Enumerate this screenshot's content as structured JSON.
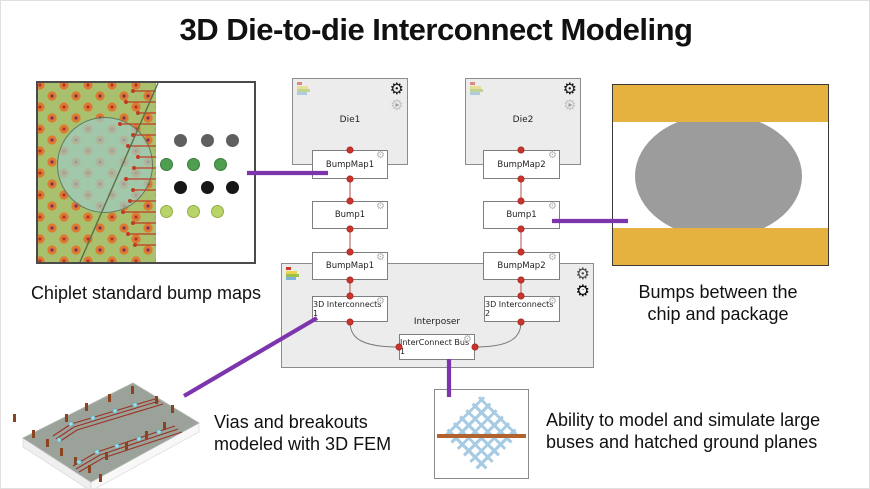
{
  "title": "3D Die-to-die Interconnect Modeling",
  "schematic": {
    "die1": "Die1",
    "die2": "Die2",
    "bumpmap1_top": "BumpMap1",
    "bumpmap2_top": "BumpMap2",
    "bump1_left": "Bump1",
    "bump1_right": "Bump1",
    "bumpmap1_bottom": "BumpMap1",
    "bumpmap2_bottom": "BumpMap2",
    "interconnects1": "3D Interconnects 1",
    "interconnects2": "3D Interconnects 2",
    "interposer": "Interposer",
    "bus": "InterConnect Bus 1"
  },
  "captions": {
    "bump_maps": "Chiplet standard bump maps",
    "bumps": [
      "Bumps between the",
      "chip and package"
    ],
    "fem": [
      "Vias and breakouts",
      "modeled with 3D FEM"
    ],
    "hatch": [
      "Ability to model and simulate large",
      "buses and hatched ground planes"
    ]
  },
  "icons": {
    "gear": "⚙"
  },
  "colors": {
    "connector_purple": "#7d35ad",
    "port_red": "#c9342c",
    "panel_gray": "#ececec",
    "bump_yellow": "#e6b23f",
    "bump_gray": "#9c9c9c",
    "bumpmap_green": "#a9c16f",
    "hatch_blue": "#a6cbe3",
    "ground_brown": "#b2622d"
  }
}
